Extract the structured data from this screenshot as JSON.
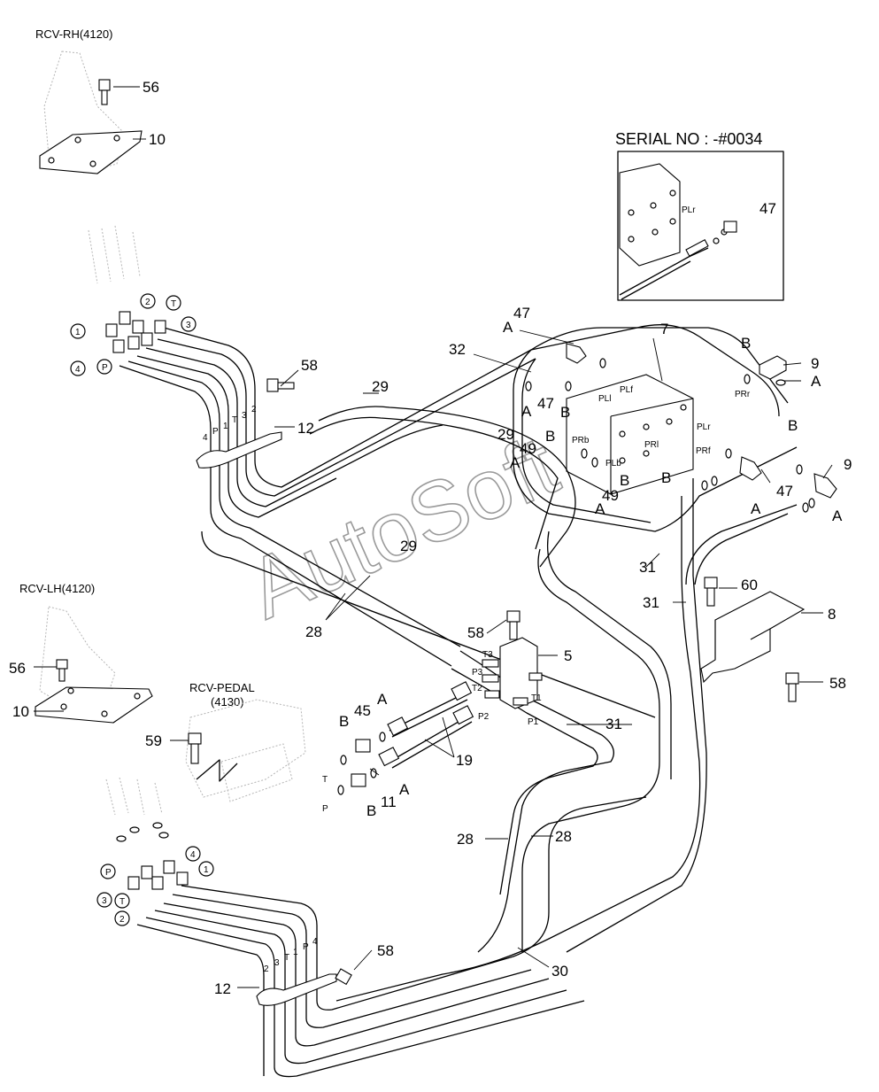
{
  "headers": {
    "rcv_rh": "RCV-RH(4120)",
    "rcv_lh": "RCV-LH(4120)",
    "rcv_pedal_line1": "RCV-PEDAL",
    "rcv_pedal_line2": "(4130)",
    "serial": "SERIAL NO : -#0034"
  },
  "watermark": "AutoSoft",
  "callouts": {
    "p56_top": "56",
    "p10_top": "10",
    "p12_top": "12",
    "p58_a": "58",
    "p29_a": "29",
    "p29_b": "29",
    "p29_c": "29",
    "p32": "32",
    "p47_a": "47",
    "p47_b": "47",
    "p47_c": "47",
    "p47_d": "47",
    "p7": "7",
    "p9_a": "9",
    "p9_b": "9",
    "p49_a": "49",
    "p49_b": "49",
    "p31_a": "31",
    "p31_b": "31",
    "p31_c": "31",
    "p60": "60",
    "p8": "8",
    "p58_b": "58",
    "p58_c": "58",
    "p58_d": "58",
    "p5": "5",
    "p28_a": "28",
    "p28_b": "28",
    "p28_c": "28",
    "p56_bot": "56",
    "p10_bot": "10",
    "p59": "59",
    "p45": "45",
    "p19": "19",
    "p11": "11",
    "p12_bot": "12",
    "p30": "30",
    "a1": "A",
    "a2": "A",
    "a3": "A",
    "a4": "A",
    "a5": "A",
    "a6": "A",
    "a7": "A",
    "a8": "A",
    "a9": "A",
    "b1": "B",
    "b2": "B",
    "b3": "B",
    "b4": "B",
    "b5": "B",
    "b6": "B",
    "b7": "B",
    "b8": "B"
  },
  "port_labels": {
    "plr_inset": "PLr",
    "plf": "PLf",
    "pli": "PLl",
    "prr": "PRr",
    "plr": "PLr",
    "prb": "PRb",
    "prl": "PRl",
    "plb": "PLb",
    "prf": "PRf",
    "t3": "T3",
    "p3": "P3",
    "t2": "T2",
    "p2": "P2",
    "t1": "T1",
    "p1": "P1",
    "t": "T",
    "p": "P"
  },
  "circled_ports": {
    "rh_1": "1",
    "rh_2": "2",
    "rh_t": "T",
    "rh_3": "3",
    "rh_4": "4",
    "rh_p": "P",
    "lh_p": "P",
    "lh_4": "4",
    "lh_1": "1",
    "lh_3": "3",
    "lh_t": "T",
    "lh_2": "2"
  },
  "tube_marks": {
    "top": [
      "4",
      "P",
      "1",
      "T",
      "3",
      "2"
    ],
    "bottom": [
      "2",
      "3",
      "T",
      "1",
      "P",
      "4"
    ]
  }
}
